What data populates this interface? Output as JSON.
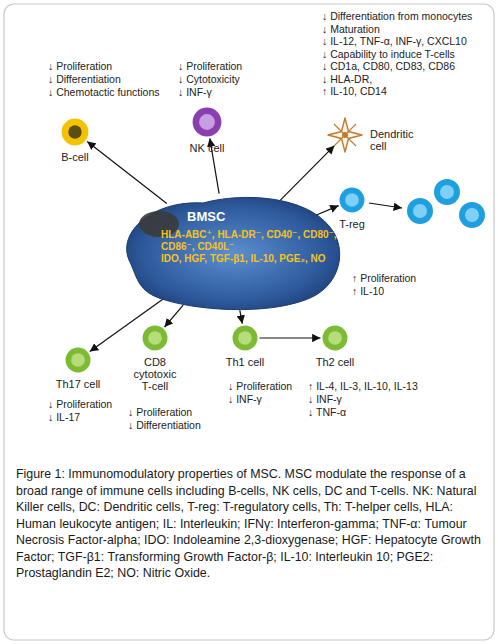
{
  "diagram": {
    "caption": "Figure 1: Immunomodulatory properties of MSC. MSC modulate the response of a broad range of immune cells including B-cells, NK cells, DC and T-cells. NK: Natural Killer cells, DC: Dendritic cells, T-reg: T-regulatory cells, Th: T-helper cells, HLA: Human leukocyte antigen; IL: Interleukin; IFNγ: Interferon-gamma; TNF-α: Tumour Necrosis Factor-alpha; IDO: Indoleamine 2,3-dioxygenase; HGF: Hepatocyte Growth Factor; TGF-β1: Transforming Growth Factor-β; IL-10: Interleukin 10; PGE2: Prostaglandin E2; NO: Nitric Oxide.",
    "nodes": [
      {
        "text": [
          "B-cell"
        ]
      },
      {
        "text": [
          "NK cell"
        ]
      },
      {
        "text": [
          "Dendritic cell"
        ]
      },
      {
        "text": [
          "BMSC",
          "HLA-ABC⁺, HLA-DR⁻, CD40⁻, CD80⁻, CD86⁻, CD40L⁻",
          "IDO, HGF, TGF-β1, IL-10, PGE₂, NO"
        ]
      },
      {
        "text": [
          "T-reg"
        ]
      },
      {
        "text": [
          "Th17 cell"
        ]
      },
      {
        "text": [
          "CD8 cytotoxic T-cell"
        ]
      },
      {
        "text": [
          "Th1 cell"
        ]
      },
      {
        "text": [
          "Th2 cell"
        ]
      }
    ],
    "edges": [
      {
        "from": 3,
        "to": 0,
        "arrow": "to"
      },
      {
        "from": 3,
        "to": 1,
        "arrow": "to"
      },
      {
        "from": 3,
        "to": 2,
        "arrow": "to"
      },
      {
        "from": 3,
        "to": 4,
        "arrow": "to"
      },
      {
        "from": 3,
        "to": 5,
        "arrow": "to"
      },
      {
        "from": 3,
        "to": 6,
        "arrow": "to"
      },
      {
        "from": 3,
        "to": 7,
        "arrow": "to"
      },
      {
        "from": 7,
        "to": 8,
        "arrow": "to"
      }
    ],
    "labels": [
      "↓ Proliferation",
      "↓ Differentiation",
      "↓ Chemotactic functions",
      "↓ Proliferation",
      "↓ Cytotoxicity",
      "↓ INF-γ",
      "↓ Differentiation from monocytes",
      "↓ Maturation",
      "↓ IL-12, TNF-α, INF-γ, CXCL10",
      "↓ Capability to induce T-cells",
      "↓ CD1a, CD80, CD83, CD86",
      "↓ HLA-DR,",
      "↑ IL-10, CD14",
      "↑ Proliferation",
      "↑ IL-10",
      "↓ Proliferation",
      "↓ IL-17",
      "↓ Proliferation",
      "↓ Differentiation",
      "↓ Proliferation",
      "↓ INF-γ",
      "↑ IL-4, IL-3, IL-10, IL-13",
      "↓ INF-γ",
      "↓ TNF-α"
    ]
  }
}
